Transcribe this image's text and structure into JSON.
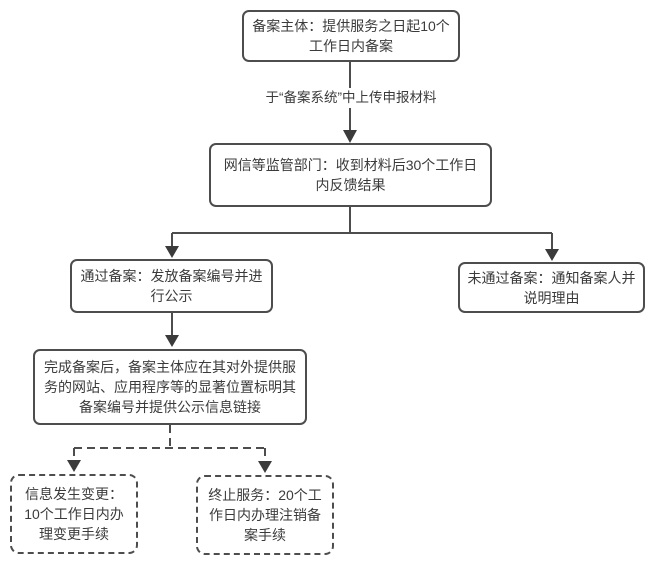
{
  "diagram": {
    "type": "flowchart",
    "colors": {
      "background": "#ffffff",
      "node_fill": "#ffffff",
      "node_border": "#4d4d4d",
      "text": "#3b3b3b",
      "connector": "#4d4d4d",
      "arrowhead": "#3b3b3b"
    },
    "nodes": [
      {
        "id": "filing-subject",
        "style": "solid",
        "text": "备案主体：提供服务之日起10个\n工作日内备案"
      },
      {
        "id": "regulator-feedback",
        "style": "solid",
        "text": "网信等监管部门：收到材料后30个工作日\n内反馈结果"
      },
      {
        "id": "filing-approved",
        "style": "solid",
        "text": "通过备案：发放备案编号并进\n行公示"
      },
      {
        "id": "filing-rejected",
        "style": "solid",
        "text": "未通过备案：通知备案人并\n说明理由"
      },
      {
        "id": "post-filing-obligation",
        "style": "solid",
        "text": "完成备案后，备案主体应在其对外提供服\n务的网站、应用程序等的显著位置标明其\n备案编号并提供公示信息链接"
      },
      {
        "id": "info-change",
        "style": "dashed",
        "text": "信息发生变更：\n10个工作日内办\n理变更手续"
      },
      {
        "id": "service-termination",
        "style": "dashed",
        "text": "终止服务：20个工\n作日内办理注销备\n案手续"
      }
    ],
    "edge_label": "于“备案系统”中上传申报材料",
    "edges": [
      {
        "from": "filing-subject",
        "to": "regulator-feedback",
        "style": "solid",
        "label": "于“备案系统”中上传申报材料"
      },
      {
        "from": "regulator-feedback",
        "to": "filing-approved",
        "style": "solid",
        "label": ""
      },
      {
        "from": "regulator-feedback",
        "to": "filing-rejected",
        "style": "solid",
        "label": ""
      },
      {
        "from": "filing-approved",
        "to": "post-filing-obligation",
        "style": "solid",
        "label": ""
      },
      {
        "from": "post-filing-obligation",
        "to": "info-change",
        "style": "dashed",
        "label": ""
      },
      {
        "from": "post-filing-obligation",
        "to": "service-termination",
        "style": "dashed",
        "label": ""
      }
    ]
  }
}
